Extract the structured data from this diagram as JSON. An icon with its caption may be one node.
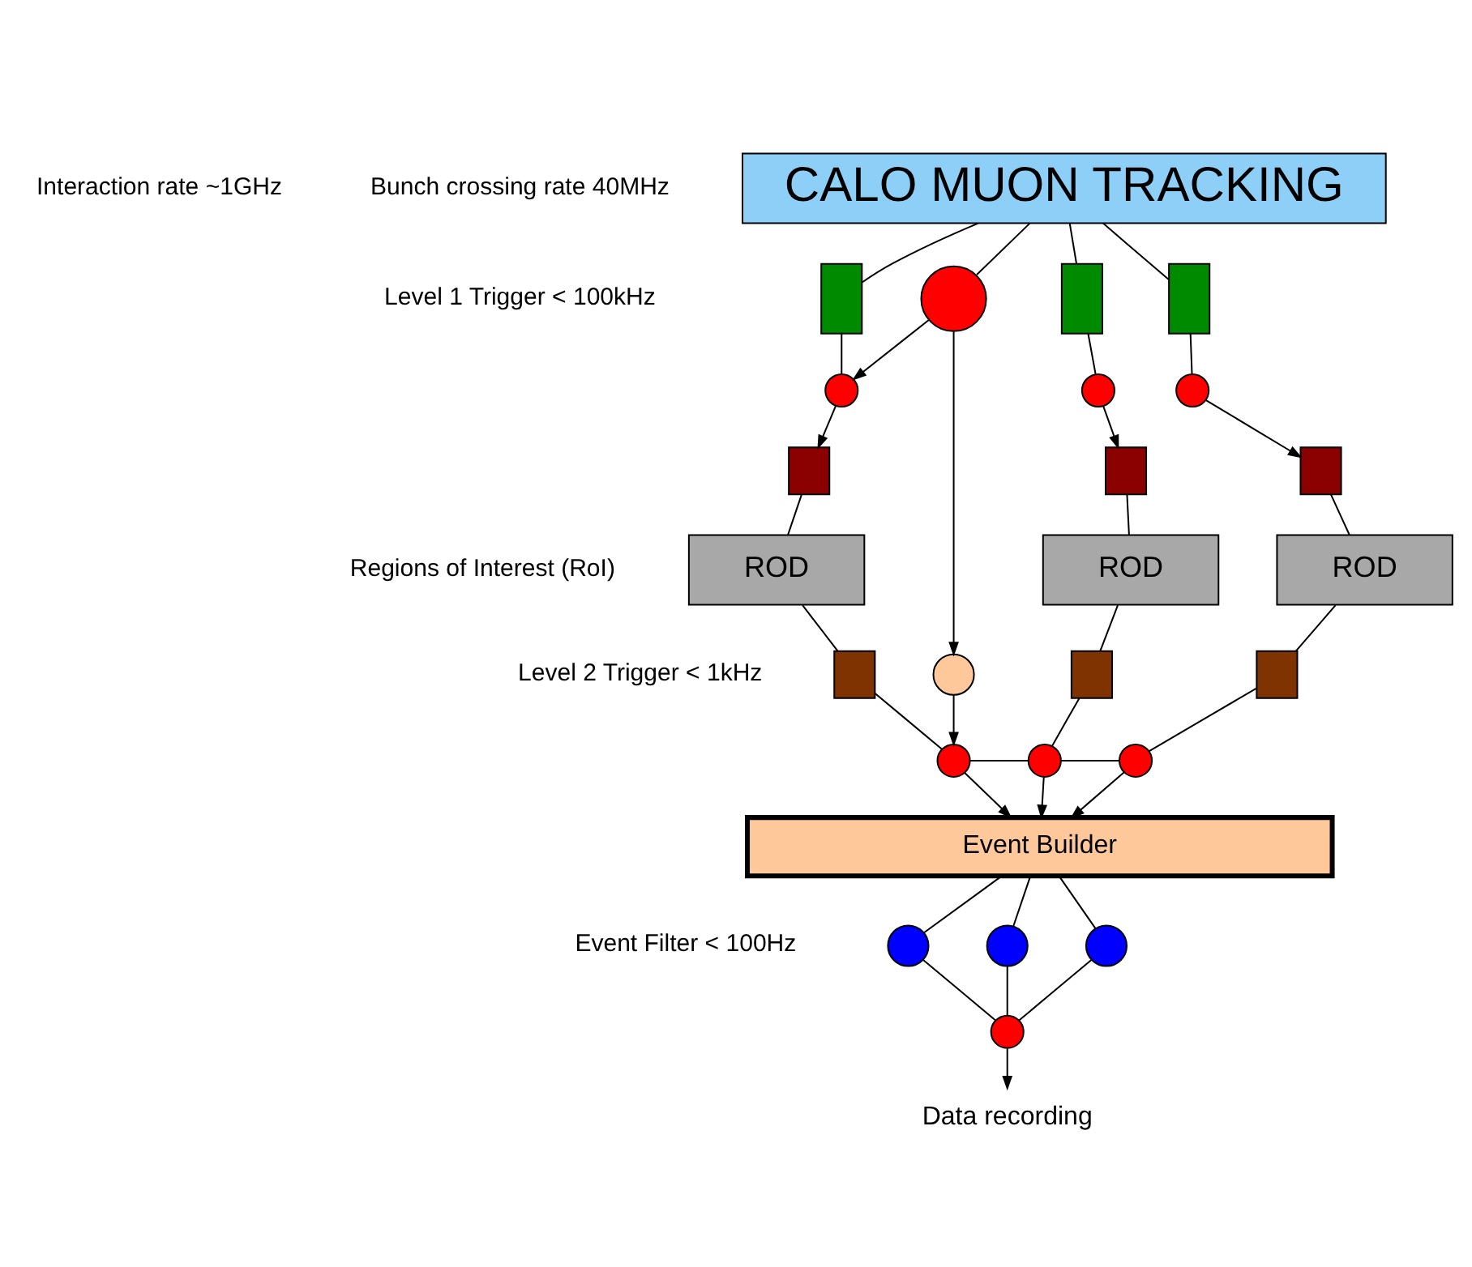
{
  "diagram": {
    "nodes": [
      {
        "text": [
          "CALO MUON TRACKING"
        ]
      },
      {
        "text": [],
        "shape": "circle"
      },
      {
        "text": [],
        "shape": "box"
      },
      {
        "text": [],
        "shape": "box"
      },
      {
        "text": [],
        "shape": "box"
      },
      {
        "text": [],
        "shape": "circle"
      },
      {
        "text": [],
        "shape": "circle"
      },
      {
        "text": [],
        "shape": "circle"
      },
      {
        "text": [],
        "shape": "box"
      },
      {
        "text": [],
        "shape": "box"
      },
      {
        "text": [],
        "shape": "box"
      },
      {
        "text": [
          "ROD"
        ]
      },
      {
        "text": [
          "ROD"
        ]
      },
      {
        "text": [
          "ROD"
        ]
      },
      {
        "text": [],
        "shape": "circle"
      },
      {
        "text": [],
        "shape": "box"
      },
      {
        "text": [],
        "shape": "box"
      },
      {
        "text": [],
        "shape": "box"
      },
      {
        "text": [],
        "shape": "circle"
      },
      {
        "text": [],
        "shape": "circle"
      },
      {
        "text": [],
        "shape": "circle"
      },
      {
        "text": [
          "Event Builder"
        ]
      },
      {
        "text": [],
        "shape": "circle"
      },
      {
        "text": [],
        "shape": "circle"
      },
      {
        "text": [],
        "shape": "circle"
      },
      {
        "text": [],
        "shape": "circle"
      },
      {
        "text": [
          "Data recording"
        ]
      }
    ],
    "edges": [
      {
        "from": 0,
        "to": 1,
        "arrow": "none"
      },
      {
        "from": 0,
        "to": 2,
        "arrow": "none"
      },
      {
        "from": 0,
        "to": 3,
        "arrow": "none"
      },
      {
        "from": 0,
        "to": 4,
        "arrow": "none"
      },
      {
        "from": 2,
        "to": 5,
        "arrow": "none"
      },
      {
        "from": 3,
        "to": 6,
        "arrow": "none"
      },
      {
        "from": 4,
        "to": 7,
        "arrow": "none"
      },
      {
        "from": 1,
        "to": 5,
        "arrow": "to"
      },
      {
        "from": 5,
        "to": 8,
        "arrow": "to"
      },
      {
        "from": 6,
        "to": 9,
        "arrow": "to"
      },
      {
        "from": 7,
        "to": 10,
        "arrow": "to"
      },
      {
        "from": 8,
        "to": 11,
        "arrow": "none"
      },
      {
        "from": 9,
        "to": 12,
        "arrow": "none"
      },
      {
        "from": 10,
        "to": 13,
        "arrow": "none"
      },
      {
        "from": 1,
        "to": 14,
        "arrow": "to"
      },
      {
        "from": 11,
        "to": 15,
        "arrow": "none"
      },
      {
        "from": 12,
        "to": 16,
        "arrow": "none"
      },
      {
        "from": 13,
        "to": 17,
        "arrow": "none"
      },
      {
        "from": 15,
        "to": 18,
        "arrow": "none"
      },
      {
        "from": 16,
        "to": 19,
        "arrow": "none"
      },
      {
        "from": 17,
        "to": 20,
        "arrow": "none"
      },
      {
        "from": 14,
        "to": 18,
        "arrow": "to"
      },
      {
        "from": 18,
        "to": 19,
        "arrow": "none"
      },
      {
        "from": 19,
        "to": 20,
        "arrow": "none"
      },
      {
        "from": 18,
        "to": 21,
        "arrow": "to"
      },
      {
        "from": 19,
        "to": 21,
        "arrow": "to"
      },
      {
        "from": 20,
        "to": 21,
        "arrow": "to"
      },
      {
        "from": 21,
        "to": 22,
        "arrow": "none"
      },
      {
        "from": 21,
        "to": 23,
        "arrow": "none"
      },
      {
        "from": 21,
        "to": 24,
        "arrow": "none"
      },
      {
        "from": 22,
        "to": 25,
        "arrow": "none"
      },
      {
        "from": 23,
        "to": 25,
        "arrow": "none"
      },
      {
        "from": 24,
        "to": 25,
        "arrow": "none"
      },
      {
        "from": 25,
        "to": 26,
        "arrow": "to"
      }
    ],
    "labels": [
      "Interaction rate ~1GHz",
      "Bunch crossing rate 40MHz",
      "Level 1 Trigger < 100kHz",
      "Regions of Interest (RoI)",
      "Level 2 Trigger < 1kHz",
      "Event Filter < 100Hz"
    ]
  }
}
